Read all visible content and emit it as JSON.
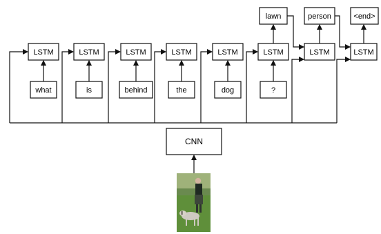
{
  "diagram": {
    "lstm_label": "LSTM",
    "cnn_label": "CNN",
    "question_tokens": [
      "what",
      "is",
      "behind",
      "the",
      "dog",
      "?"
    ],
    "answer_tokens": [
      "lawn",
      "person",
      "<end>"
    ],
    "image": {
      "description_icon": "photo-icon",
      "colors": {
        "grass": "#5f8f3a",
        "sky": "#9fb27a",
        "coat": "#1f2a22",
        "dog": "#cfcac2"
      }
    }
  }
}
